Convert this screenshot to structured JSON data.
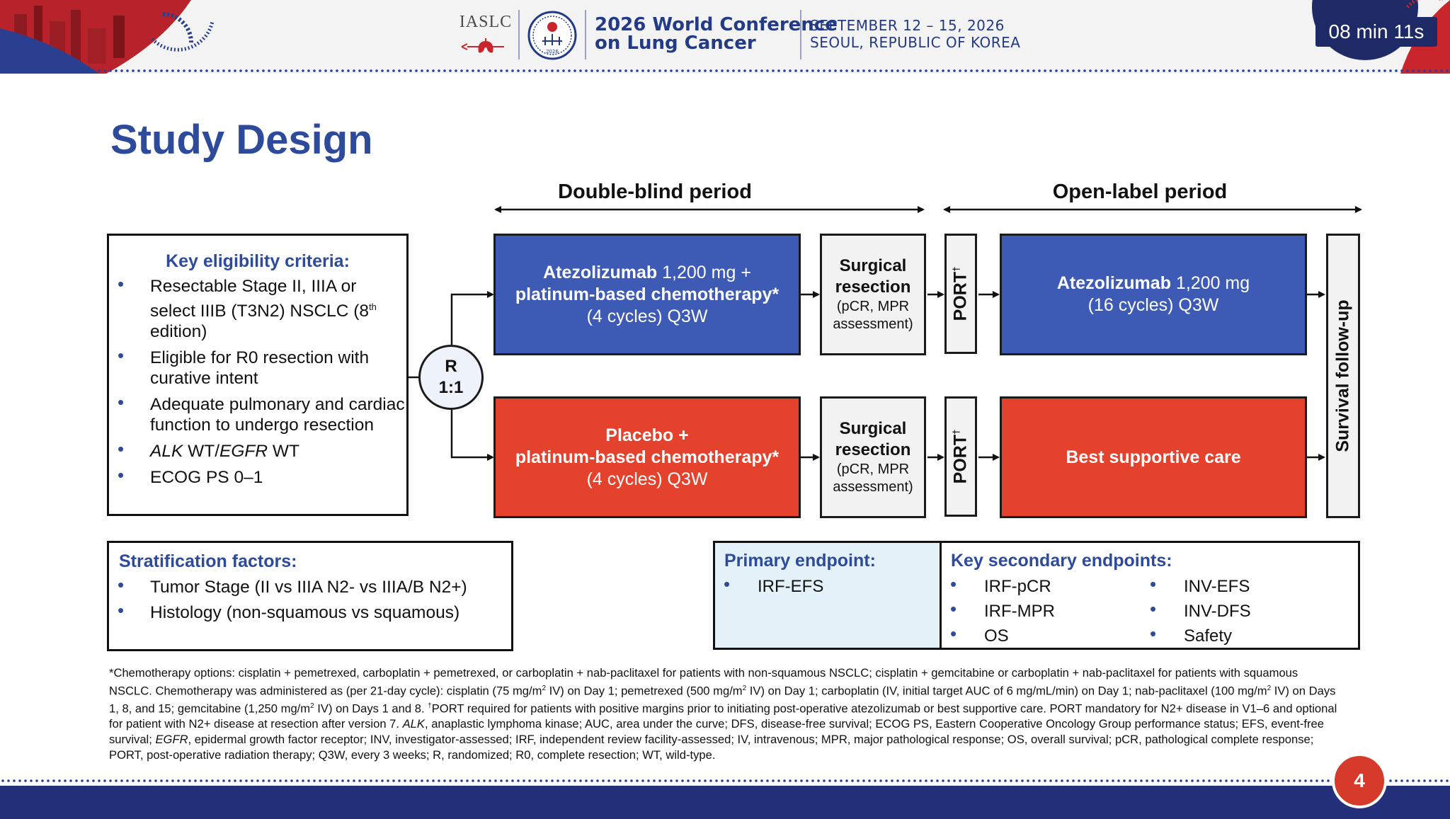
{
  "header": {
    "org": "IASLC",
    "seal_year": "2026",
    "conference_line1": "2026 World Conference",
    "conference_line2": "on Lung Cancer",
    "date": "SEPTEMBER 12 – 15, 2026",
    "location": "SEOUL, REPUBLIC OF KOREA",
    "timer": "08 min 11s"
  },
  "title": "Study Design",
  "periods": {
    "double_blind": "Double-blind period",
    "open_label": "Open-label period"
  },
  "eligibility": {
    "heading": "Key eligibility criteria:",
    "item1_a": "Resectable Stage II, IIIA or select IIIB (T3N2) NSCLC (8",
    "item1_sup": "th",
    "item1_b": " edition)",
    "item2": "Eligible for R0 resection with curative intent",
    "item3": "Adequate pulmonary and cardiac function to undergo resection",
    "item4_alk": "ALK",
    "item4_mid": " WT/",
    "item4_egfr": "EGFR",
    "item4_end": " WT",
    "item5": "ECOG PS 0–1"
  },
  "randomization": {
    "line1": "R",
    "line2": "1:1"
  },
  "arm_a": {
    "drug": "Atezolizumab",
    "dose": " 1,200 mg +",
    "chemo": "platinum-based chemotherapy*",
    "cycles": "(4 cycles) Q3W"
  },
  "arm_b": {
    "drug": "Placebo +",
    "chemo": "platinum-based chemotherapy*",
    "cycles": "(4 cycles) Q3W"
  },
  "surgery": {
    "title_line1": "Surgical",
    "title_line2": "resection",
    "sub_line1": "(pCR, MPR",
    "sub_line2": "assessment)"
  },
  "port": {
    "label": "PORT",
    "sup": "†"
  },
  "adjuvant_a": {
    "drug": "Atezolizumab",
    "dose": " 1,200 mg",
    "cycles": "(16 cycles) Q3W"
  },
  "adjuvant_b": {
    "label": "Best supportive care"
  },
  "survival": {
    "label": "Survival follow-up"
  },
  "stratification": {
    "heading": "Stratification factors:",
    "items": [
      "Tumor Stage (II vs IIIA N2- vs IIIA/B N2+)",
      "Histology (non-squamous vs squamous)"
    ]
  },
  "primary_endpoint": {
    "heading": "Primary endpoint:",
    "items": [
      "IRF-EFS"
    ]
  },
  "secondary_endpoints": {
    "heading": "Key secondary endpoints:",
    "col1": [
      "IRF-pCR",
      "IRF-MPR",
      "OS"
    ],
    "col2": [
      "INV-EFS",
      "INV-DFS",
      "Safety"
    ]
  },
  "footnote": {
    "p1": "*Chemotherapy options: cisplatin + pemetrexed, carboplatin + pemetrexed, or carboplatin + nab-paclitaxel for patients with non-squamous NSCLC; cisplatin + gemcitabine or carboplatin + nab-paclitaxel for patients with squamous NSCLC. Chemotherapy was administered as (per 21-day cycle): cisplatin (75 mg/m",
    "p2": " IV) on Day 1; pemetrexed (500 mg/m",
    "p3": " IV) on Day 1; carboplatin (IV, initial target AUC of 6 mg/mL/min) on Day 1; nab-paclitaxel (100 mg/m",
    "p4": " IV) on Days 1, 8, and 15; gemcitabine (1,250 mg/m",
    "p5": " IV) on Days 1 and 8. ",
    "p6": "PORT required for patients with positive margins prior to initiating post-operative atezolizumab or best supportive care. PORT mandatory for N2+ disease in V1–6 and optional for patient with N2+ disease at resection after version 7. ",
    "alk": "ALK",
    "p7": ", anaplastic lymphoma kinase; AUC, area under the curve; DFS, disease-free survival; ECOG PS, Eastern Cooperative Oncology Group performance status; EFS, event-free survival; ",
    "egfr": "EGFR",
    "p8": ", epidermal growth factor receptor; INV, investigator-assessed; IRF, independent review facility-assessed; IV, intravenous; MPR, major pathological response; OS, overall survival; pCR, pathological complete response; PORT, post-operative radiation therapy; Q3W, every 3 weeks; R, randomized; R0, complete resection; WT, wild-type.",
    "sup2": "2",
    "dagger": "†"
  },
  "page_number": "4",
  "colors": {
    "title_blue": "#2e4b9b",
    "arm_blue": "#3d5bb5",
    "arm_red": "#e5422d",
    "navy": "#24307a",
    "primary_bg": "#e3f1f9"
  }
}
